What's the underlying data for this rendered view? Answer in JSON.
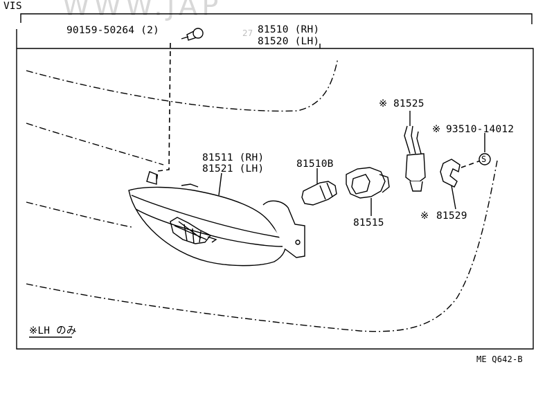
{
  "header": {
    "section_label": "VIS"
  },
  "watermark": {
    "text": "WWW.JAP",
    "small": "27"
  },
  "parts": {
    "screw": {
      "number": "90159-50264 (2)"
    },
    "lamp_assy": {
      "rh": "81510 (RH)",
      "lh": "81520 (LH)"
    },
    "lens": {
      "rh": "81511 (RH)",
      "lh": "81521 (LH)"
    },
    "bulb": {
      "number": "81510B"
    },
    "socket": {
      "number": "81515"
    },
    "wire": {
      "number": "81525"
    },
    "clip": {
      "number": "93510-14012"
    },
    "bracket": {
      "number": "81529"
    }
  },
  "notes": {
    "lh_only": "※LH のみ",
    "diagram_code": "ME Q642-B"
  },
  "marks": {
    "asterisk": "※"
  }
}
